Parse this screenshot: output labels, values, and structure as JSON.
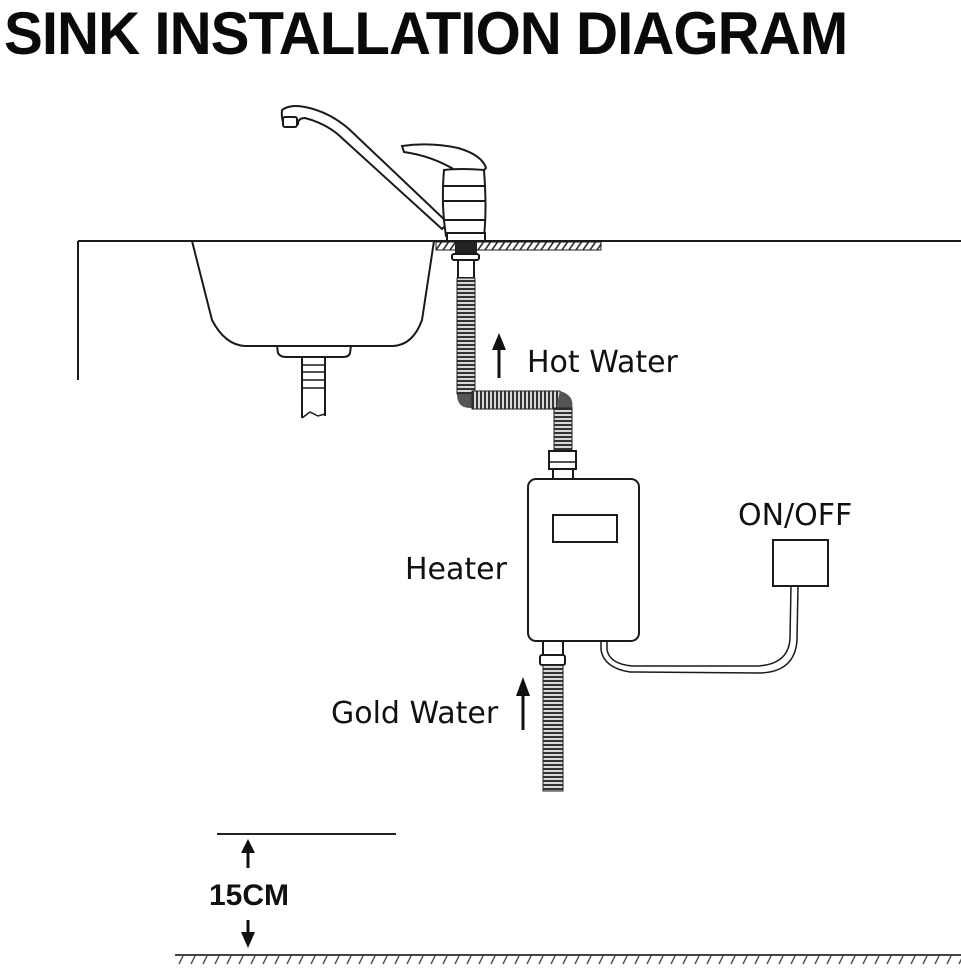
{
  "title": "SINK INSTALLATION DIAGRAM",
  "labels": {
    "hot_water": "Hot Water",
    "heater": "Heater",
    "switch": "ON/OFF",
    "cold_water": "Gold Water",
    "clearance": "15CM"
  },
  "components": [
    {
      "id": "faucet",
      "name": "Faucet"
    },
    {
      "id": "sink",
      "name": "Sink basin"
    },
    {
      "id": "countertop",
      "name": "Countertop"
    },
    {
      "id": "hot-water-hose",
      "name": "Hot water hose"
    },
    {
      "id": "heater",
      "name": "Heater"
    },
    {
      "id": "switch",
      "name": "ON/OFF switch"
    },
    {
      "id": "cold-water-hose",
      "name": "Cold water hose"
    },
    {
      "id": "floor",
      "name": "Floor"
    }
  ],
  "colors": {
    "ink": "#1a1a1a",
    "hose": "#3a3a3a",
    "background": "#ffffff"
  }
}
